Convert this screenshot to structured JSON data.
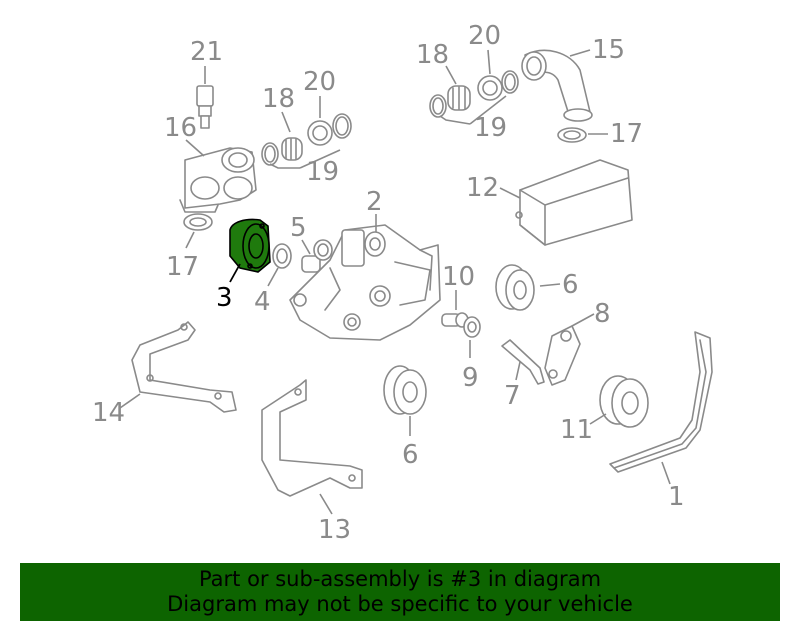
{
  "callouts": {
    "c1": "1",
    "c2": "2",
    "c3": "3",
    "c4": "4",
    "c5": "5",
    "c6a": "6",
    "c6b": "6",
    "c7": "7",
    "c8": "8",
    "c9": "9",
    "c10": "10",
    "c11": "11",
    "c12": "12",
    "c13": "13",
    "c14": "14",
    "c15": "15",
    "c16": "16",
    "c17a": "17",
    "c17b": "17",
    "c18a": "18",
    "c18b": "18",
    "c19a": "19",
    "c19b": "19",
    "c20a": "20",
    "c20b": "20",
    "c21": "21"
  },
  "highlighted_part": "3",
  "colors": {
    "highlight": "#1f7a0d",
    "line_gray": "#8a8a8a",
    "banner_bg": "#0d6400"
  },
  "banner": {
    "line1": "Part or sub-assembly is #3 in diagram",
    "line2": "Diagram may not be specific to your vehicle"
  }
}
